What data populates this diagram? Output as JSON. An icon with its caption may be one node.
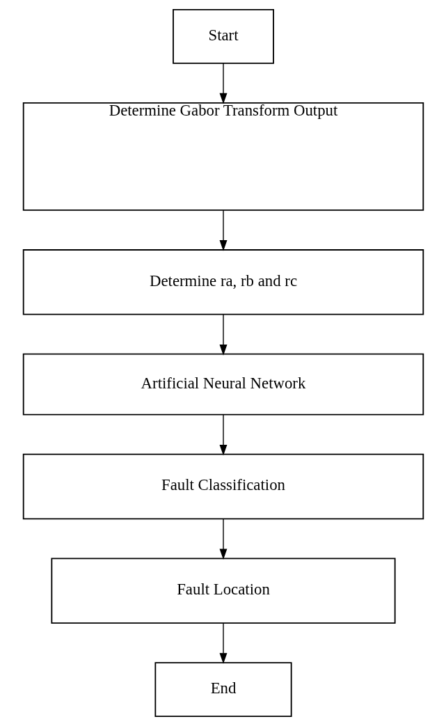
{
  "diagram": {
    "nodes": [
      {
        "text": [
          "Start"
        ]
      },
      {
        "text": [
          "Determine Gabor Transform Output"
        ]
      },
      {
        "text": [
          "Determine ra, rb and rc"
        ]
      },
      {
        "text": [
          "Artificial Neural Network"
        ]
      },
      {
        "text": [
          "Fault Classification"
        ]
      },
      {
        "text": [
          "Fault Location"
        ]
      },
      {
        "text": [
          "End"
        ]
      }
    ],
    "edges": [
      {
        "from": 0,
        "to": 1,
        "arrow": "to"
      },
      {
        "from": 1,
        "to": 2,
        "arrow": "to"
      },
      {
        "from": 2,
        "to": 3,
        "arrow": "to"
      },
      {
        "from": 3,
        "to": 4,
        "arrow": "to"
      },
      {
        "from": 4,
        "to": 5,
        "arrow": "to"
      },
      {
        "from": 5,
        "to": 6,
        "arrow": "to"
      }
    ]
  }
}
